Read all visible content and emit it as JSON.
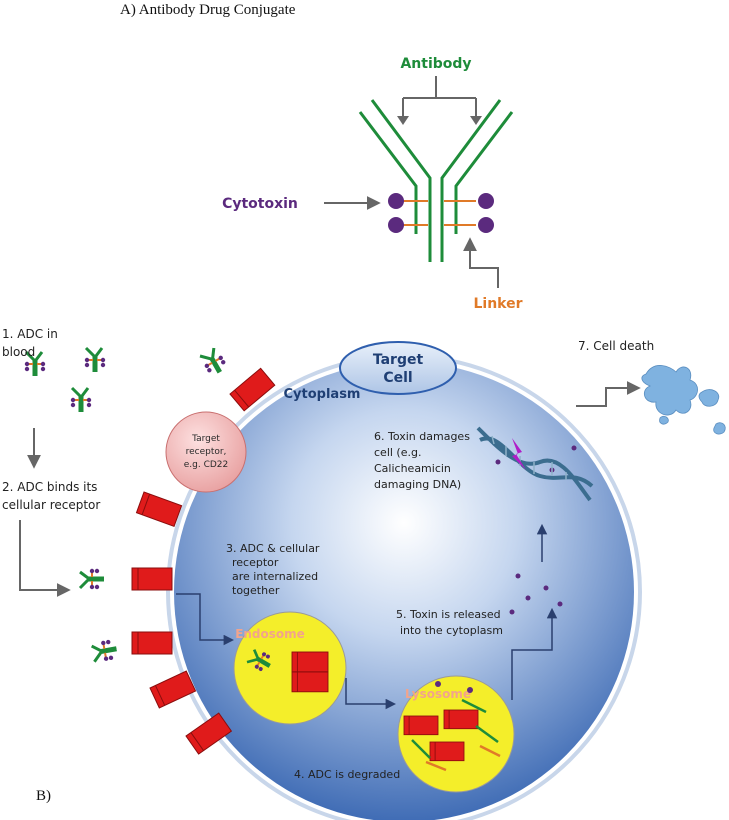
{
  "panel_a": {
    "title": "A) Antibody Drug Conjugate",
    "antibody_label": "Antibody",
    "cytotoxin_label": "Cytotoxin",
    "linker_label": "Linker"
  },
  "panel_b": {
    "label": "B)",
    "cell_title_1": "Target",
    "cell_title_2": "Cell",
    "cytoplasm_label": "Cytoplasm",
    "receptor_label": [
      "Target",
      "receptor,",
      "e.g. CD22"
    ],
    "endosome_label": "Endosome",
    "lysosome_label": "Lysosome",
    "steps": {
      "step1": [
        "1. ADC in",
        "blood"
      ],
      "step2": [
        "2. ADC binds its",
        "cellular receptor"
      ],
      "step3": [
        "3. ADC & cellular",
        "receptor",
        "are internalized",
        "together"
      ],
      "step4": "4. ADC is degraded",
      "step5": [
        "5. Toxin is released",
        "into the cytoplasm"
      ],
      "step6": [
        "6. Toxin damages",
        "cell (e.g.",
        "Calicheamicin",
        "damaging DNA)"
      ],
      "step7": "7. Cell death"
    }
  },
  "colors": {
    "antibody": "#1e8c3a",
    "cytotoxin": "#5b2a7e",
    "linker": "#e07a28",
    "receptor": "#e01b1b",
    "cell_fill": "#4a78c0",
    "vesicle_fill": "#f4ee2a",
    "vesicle_label": "#f2a48c",
    "arrow": "#666666",
    "dead_cell": "#7fb2e0"
  }
}
